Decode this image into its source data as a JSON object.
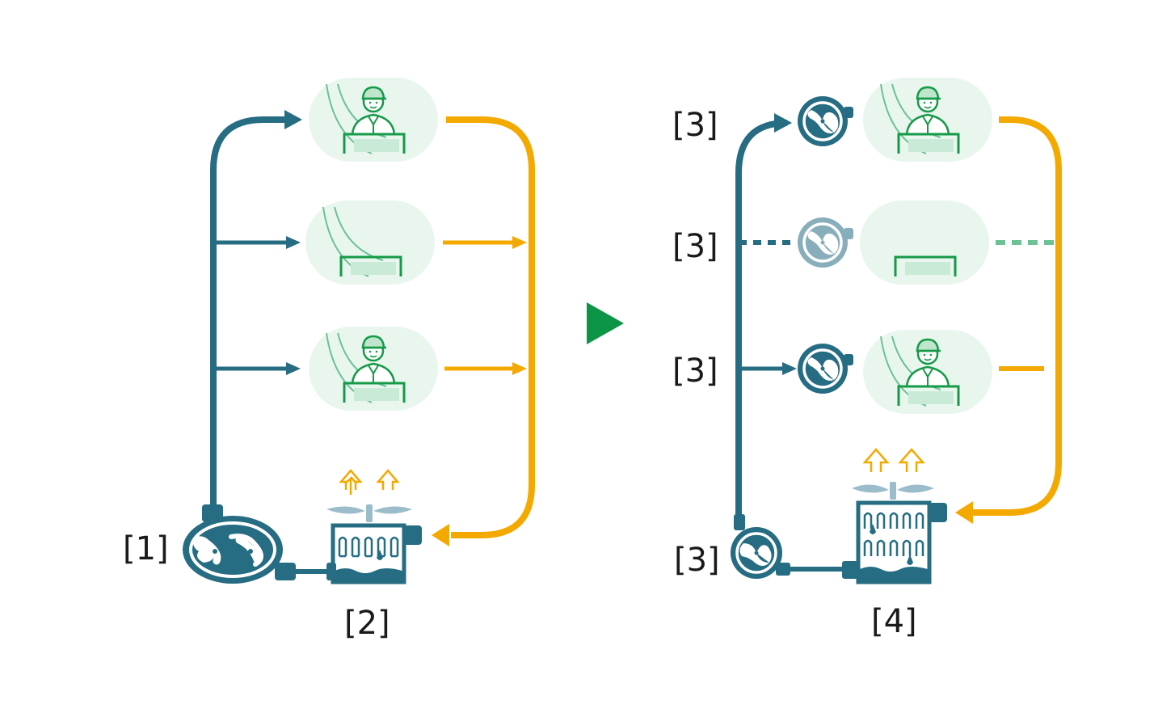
{
  "labels": {
    "blower_left": "[1]",
    "dust_collector_left": "[2]",
    "damper_top": "[3]",
    "damper_middle": "[3]",
    "damper_bottom": "[3]",
    "blower_right": "[3]",
    "dust_collector_right": "[4]"
  },
  "colors": {
    "supply_line": "#266c82",
    "return_line": "#f4a900",
    "inactive_line": "#6cc195",
    "station_bg": "#e9f6ee",
    "station_outline": "#159a48",
    "arrow_next": "#0d9547",
    "fan_blade": "#9bbccb"
  },
  "stations_left": [
    {
      "operator": true
    },
    {
      "operator": false
    },
    {
      "operator": true
    }
  ],
  "stations_right": [
    {
      "operator": true,
      "active": true
    },
    {
      "operator": false,
      "active": false
    },
    {
      "operator": true,
      "active": true
    }
  ]
}
